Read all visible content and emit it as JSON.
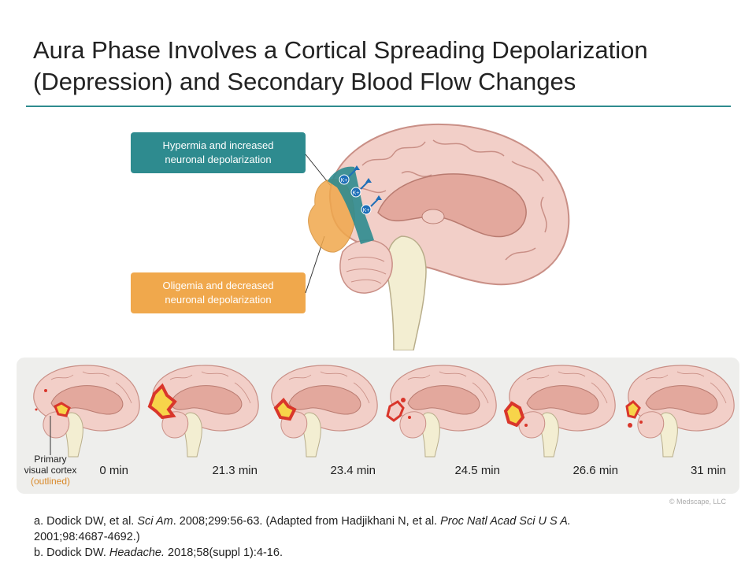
{
  "slide": {
    "title_line1": "Aura Phase Involves a Cortical Spreading Depolarization",
    "title_line2": "(Depression) and Secondary Blood Flow Changes"
  },
  "callouts": {
    "hyper_line1": "Hypermia and increased",
    "hyper_line2": "neuronal depolarization",
    "oligo_line1": "Oligemia and decreased",
    "oligo_line2": "neuronal depolarization"
  },
  "ion_label": "K+",
  "timeline": {
    "pvc_line1": "Primary",
    "pvc_line2": "visual cortex",
    "pvc_line3": "(outlined)",
    "times": [
      "0 min",
      "21.3 min",
      "23.4 min",
      "24.5 min",
      "26.6 min",
      "31 min"
    ]
  },
  "copyright": "© Medscape, LLC",
  "references": {
    "a_prefix": "a. Dodick DW, et al. ",
    "a_journal": "Sci Am",
    "a_mid": ". 2008;299:56-63. (Adapted from Hadjikhani N, et al. ",
    "a_journal2": "Proc Natl Acad Sci U S A.",
    "a_line2": "2001;98:4687-4692.)",
    "b_prefix": "b. Dodick DW. ",
    "b_journal": "Headache.",
    "b_rest": " 2018;58(suppl 1):4-16."
  },
  "colors": {
    "teal": "#2e8b8f",
    "orange": "#f0a84c",
    "brain_pink": "#f2cfc8",
    "brain_outline": "#c98f86",
    "stem": "#f3eed2",
    "activity_red": "#d9362b",
    "activity_yellow": "#f7d44a"
  }
}
